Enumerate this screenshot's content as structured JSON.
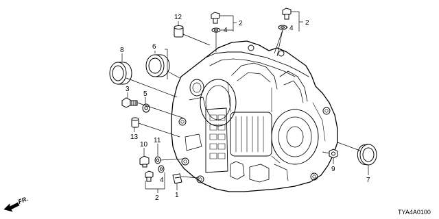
{
  "callouts": {
    "c1": "1",
    "c2a": "2",
    "c2b": "2",
    "c2c": "2",
    "c3": "3",
    "c4a": "4",
    "c4b": "4",
    "c4c": "4",
    "c5": "5",
    "c6": "6",
    "c7": "7",
    "c8": "8",
    "c9": "9",
    "c10": "10",
    "c11": "11",
    "c12": "12",
    "c13": "13"
  },
  "direction_label": "FR.",
  "diagram_code": "TYA4A0100",
  "colors": {
    "ink": "#000000",
    "background": "#ffffff"
  }
}
